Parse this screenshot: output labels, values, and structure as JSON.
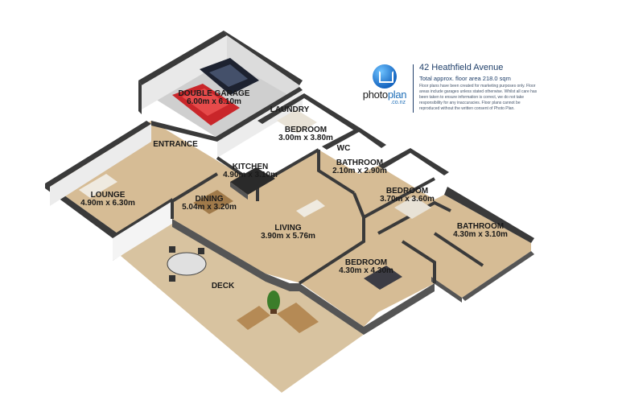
{
  "header": {
    "address": "42 Heathfield Avenue",
    "floor_area": "Total approx. floor area 218.0 sqm",
    "disclaimer": "Floor plans have been created for marketing purposes only. Floor areas include garages unless stated otherwise. Whilst all care has been taken to ensure information is correct, we do not take responsibility for any inaccuracies. Floor plans cannot be reproduced without the written consent of Photo Plan."
  },
  "logo": {
    "brand_part1": "photo",
    "brand_part2": "plan",
    "domain": ".co.nz"
  },
  "colors": {
    "wall_top": "#3a3a3a",
    "wall_inner": "#f2f2f2",
    "floor": "#d6bc95",
    "deck": "#d8c3a0",
    "brand": "#1f6fb8"
  },
  "rooms": {
    "double_garage": {
      "name": "DOUBLE GARAGE",
      "size": "6.00m x 6.10m"
    },
    "laundry": {
      "name": "LAUNDRY"
    },
    "bedroom_1": {
      "name": "BEDROOM",
      "size": "3.00m x 3.80m"
    },
    "wc": {
      "name": "WC"
    },
    "entrance": {
      "name": "ENTRANCE"
    },
    "kitchen": {
      "name": "KITCHEN",
      "size": "4.90m x 3.10m"
    },
    "bathroom_1": {
      "name": "BATHROOM",
      "size": "2.10m x 2.90m"
    },
    "lounge": {
      "name": "LOUNGE",
      "size": "4.90m x 6.30m"
    },
    "dining": {
      "name": "DINING",
      "size": "5.04m x 3.20m"
    },
    "bedroom_2": {
      "name": "BEDROOM",
      "size": "3.70m x 3.60m"
    },
    "living": {
      "name": "LIVING",
      "size": "3.90m x 5.76m"
    },
    "bathroom_2": {
      "name": "BATHROOM",
      "size": "4.30m x 3.10m"
    },
    "bedroom_3": {
      "name": "BEDROOM",
      "size": "4.30m x 4.30m"
    },
    "deck": {
      "name": "DECK"
    }
  }
}
